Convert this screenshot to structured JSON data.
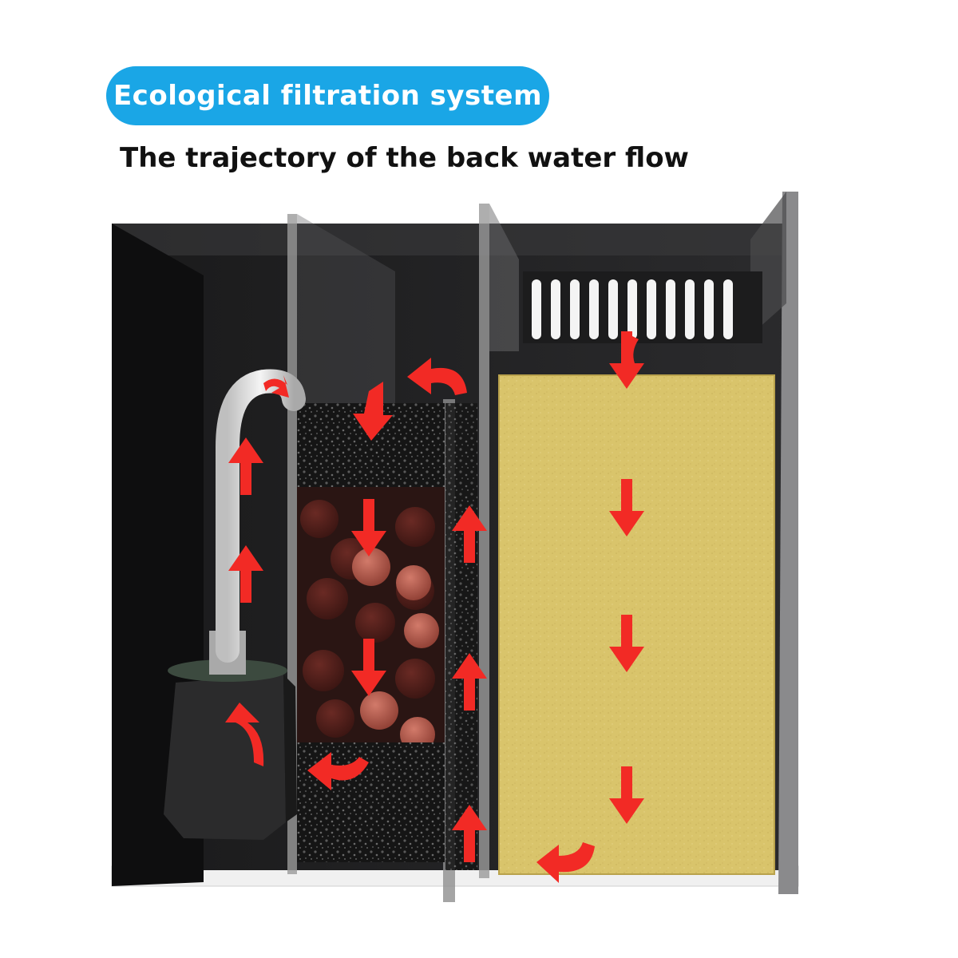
{
  "header": {
    "title": "Ecological filtration system",
    "subtitle": "The trajectory of the back water flow"
  },
  "illustration": {
    "chambers": [
      "pump-chamber",
      "media-chamber",
      "return-channel",
      "sponge-chamber"
    ],
    "flow_direction": "right-to-left",
    "colors": {
      "title_pill": "#1aa6e6",
      "flow_arrow": "#f22a25",
      "sponge": "#d9c46b",
      "glass_dark": "#1f1f20",
      "ceramic_ball": "#b0574a",
      "filter_foam": "#141414"
    },
    "icon_names": [
      "down-arrow-icon",
      "up-arrow-icon",
      "curved-arrow-icon"
    ]
  }
}
